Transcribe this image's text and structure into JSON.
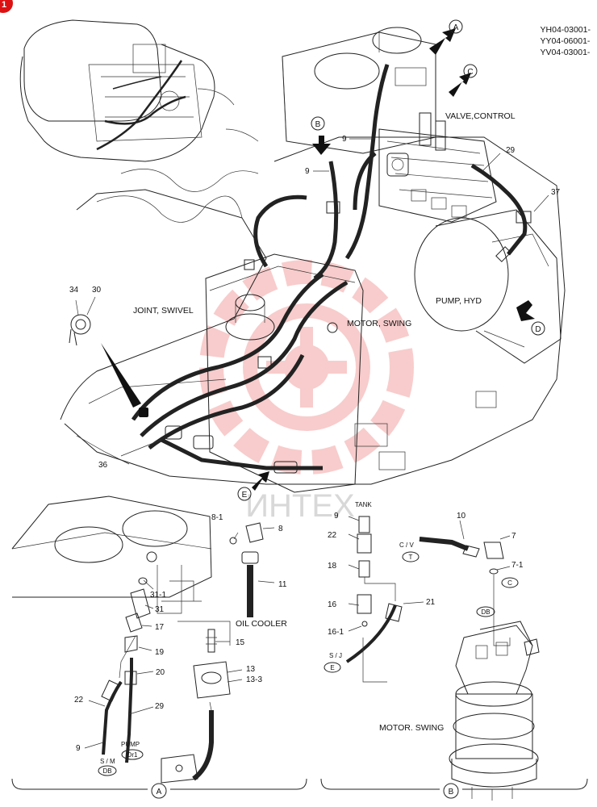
{
  "serials": [
    "YH04-03001-",
    "YY04-06001-",
    "YV04-03001-"
  ],
  "top_labels": {
    "valve_control": "VALVE,CONTROL",
    "joint_swivel": "JOINT, SWIVEL",
    "motor_swing": "MOTOR, SWING",
    "pump_hyd": "PUMP, HYD"
  },
  "view_markers": [
    "A",
    "B",
    "C",
    "D",
    "E"
  ],
  "part_numbers": {
    "p9": "9",
    "p29": "29",
    "p37": "37",
    "p34": "34",
    "p30": "30",
    "p36": "36",
    "p8_1": "8-1",
    "p8": "8",
    "p11": "11",
    "p31_1": "31-1",
    "p31": "31",
    "p17": "17",
    "p19": "19",
    "p15": "15",
    "p20": "20",
    "p13": "13",
    "p13_3": "13-3",
    "p22": "22",
    "p10": "10",
    "p7": "7",
    "p7_1": "7-1",
    "p18": "18",
    "p16": "16",
    "p21": "21",
    "p16_1": "16-1"
  },
  "bottom_labels": {
    "oil_cooler": "OIL COOLER",
    "tank": "TANK",
    "motor_swing": "MOTOR. SWING",
    "pump": "PUMP",
    "s_m": "S / M",
    "s_j": "S / J",
    "c_v": "C / V"
  },
  "port_badges": {
    "dr1": "Dr1",
    "db_left": "DB",
    "t": "T",
    "c": "C",
    "db_right": "DB",
    "e": "E"
  },
  "watermark": "ИНТЕХ",
  "corner_mark": "1"
}
